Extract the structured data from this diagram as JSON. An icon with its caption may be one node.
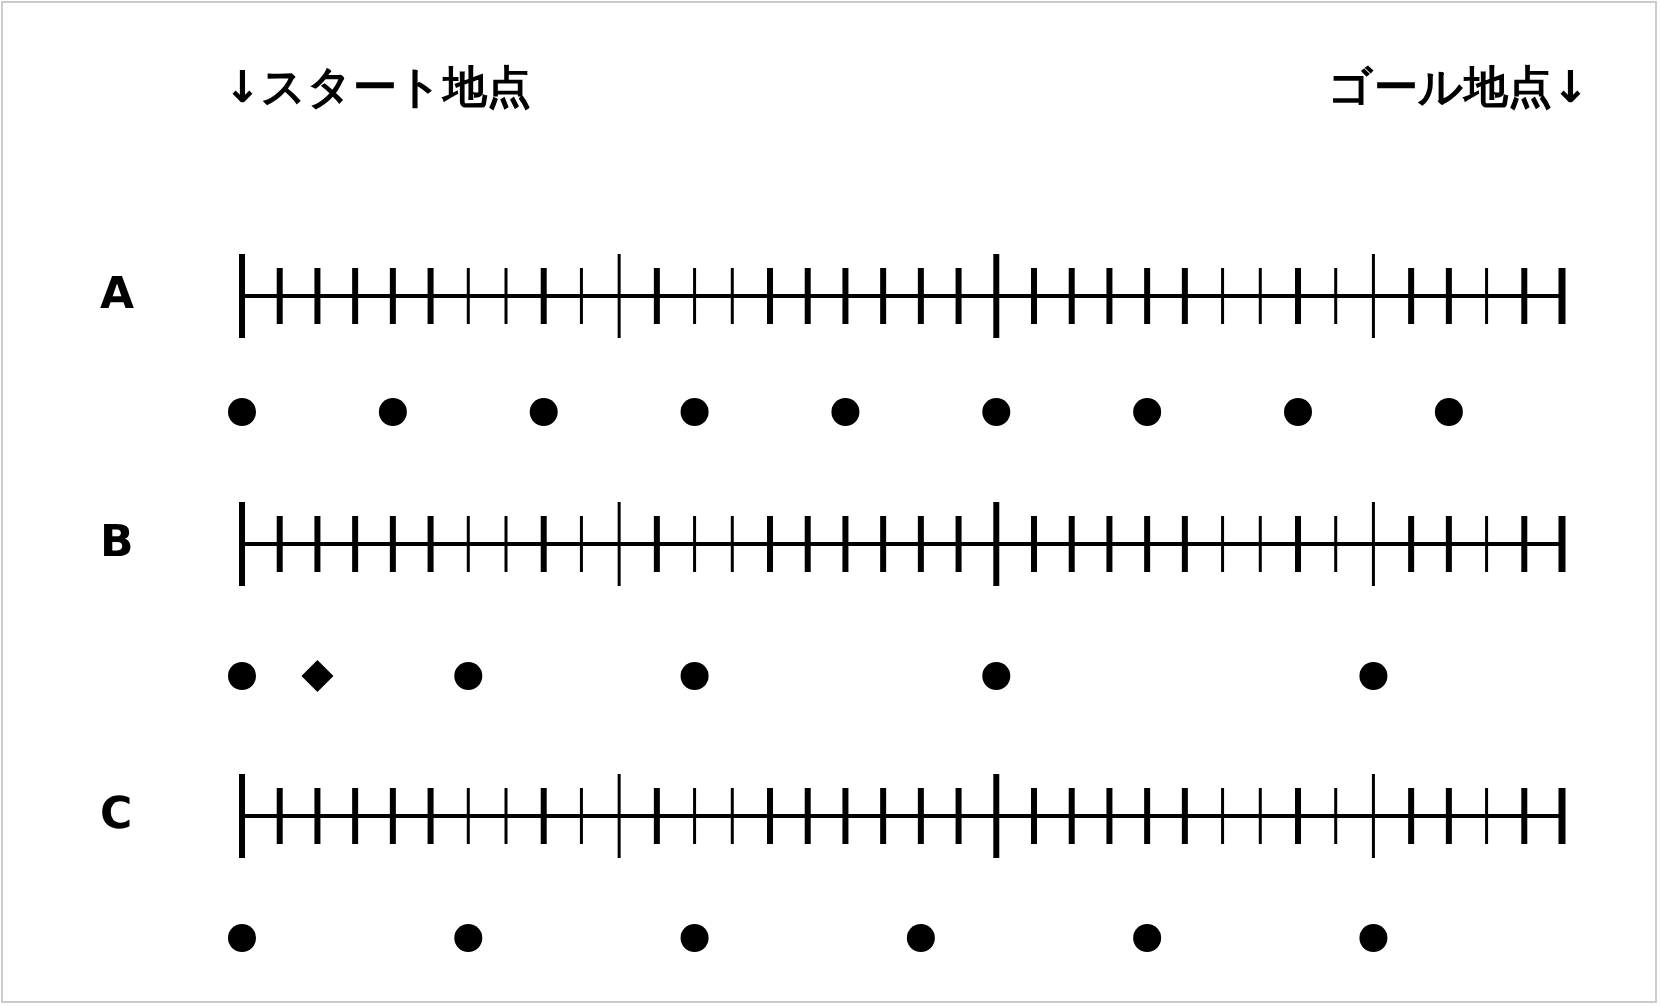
{
  "diagram": {
    "labels": [
      "↓スタート地点",
      "ゴール地点↓",
      "A",
      "B",
      "C"
    ]
  }
}
